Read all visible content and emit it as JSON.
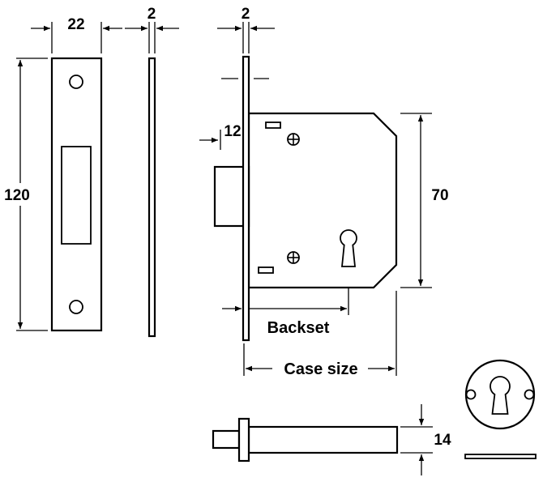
{
  "drawing": {
    "colors": {
      "line": "#000000",
      "background": "#ffffff"
    },
    "labels": {
      "strike_plate_width": "22",
      "strike_plate_height": "120",
      "strike_plate_thickness": "2",
      "faceplate_thickness": "2",
      "bolt_protrusion": "12",
      "case_height": "70",
      "backset": "Backset",
      "case_size": "Case size",
      "case_thickness": "14"
    }
  }
}
